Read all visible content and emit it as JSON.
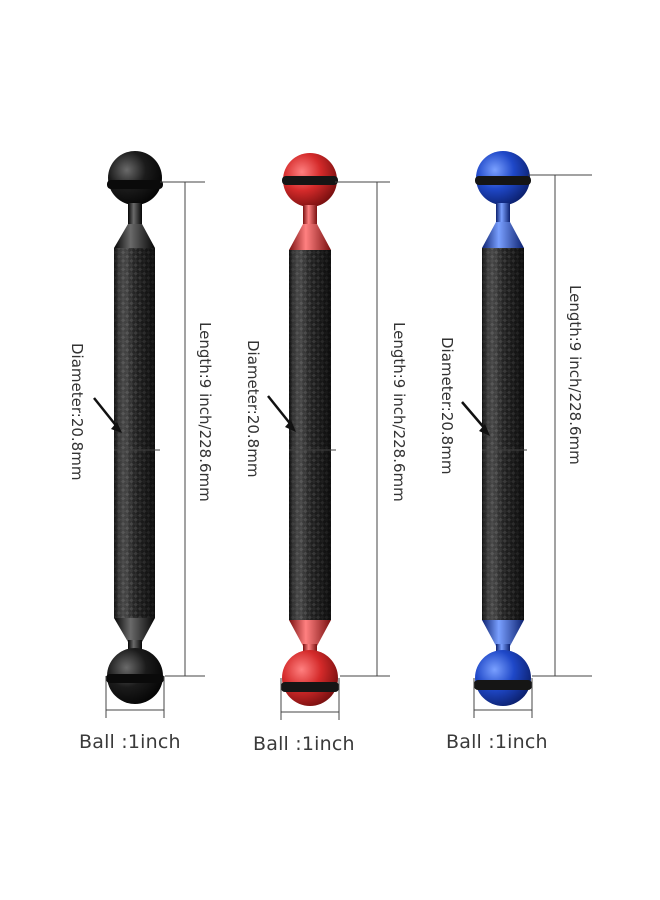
{
  "arms": [
    {
      "id": "black",
      "colors": {
        "main": "#1b1b1b",
        "light": "#6a6a6a",
        "dark": "#050505"
      },
      "ball_label": "Ball :1inch",
      "length_label": "Length:9 inch/228.6mm",
      "diameter_label": "Diameter:20.8mm"
    },
    {
      "id": "red",
      "colors": {
        "main": "#d42a2a",
        "light": "#ff8080",
        "dark": "#7a1010"
      },
      "ball_label": "Ball :1inch",
      "length_label": "Length:9 inch/228.6mm",
      "diameter_label": "Diameter:20.8mm"
    },
    {
      "id": "blue",
      "colors": {
        "main": "#1f48c8",
        "light": "#7aa0ff",
        "dark": "#0c2170"
      },
      "ball_label": "Ball :1inch",
      "length_label": "Length:9 inch/228.6mm",
      "diameter_label": "Diameter:20.8mm"
    }
  ]
}
